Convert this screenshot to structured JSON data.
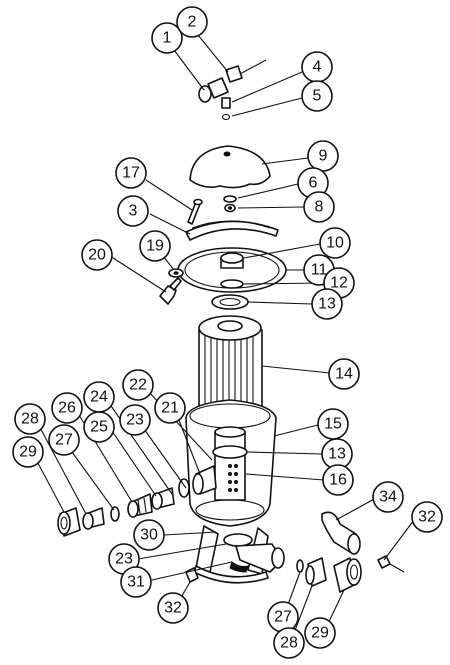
{
  "callouts": [
    {
      "label": "1"
    },
    {
      "label": "2"
    },
    {
      "label": "4"
    },
    {
      "label": "5"
    },
    {
      "label": "9"
    },
    {
      "label": "17"
    },
    {
      "label": "6"
    },
    {
      "label": "3"
    },
    {
      "label": "8"
    },
    {
      "label": "10"
    },
    {
      "label": "19"
    },
    {
      "label": "20"
    },
    {
      "label": "11"
    },
    {
      "label": "12"
    },
    {
      "label": "13"
    },
    {
      "label": "14"
    },
    {
      "label": "22"
    },
    {
      "label": "24"
    },
    {
      "label": "21"
    },
    {
      "label": "26"
    },
    {
      "label": "23"
    },
    {
      "label": "28"
    },
    {
      "label": "25"
    },
    {
      "label": "15"
    },
    {
      "label": "27"
    },
    {
      "label": "13"
    },
    {
      "label": "29"
    },
    {
      "label": "16"
    },
    {
      "label": "34"
    },
    {
      "label": "32"
    },
    {
      "label": "30"
    },
    {
      "label": "23"
    },
    {
      "label": "31"
    },
    {
      "label": "32"
    },
    {
      "label": "27"
    },
    {
      "label": "28"
    },
    {
      "label": "29"
    }
  ]
}
